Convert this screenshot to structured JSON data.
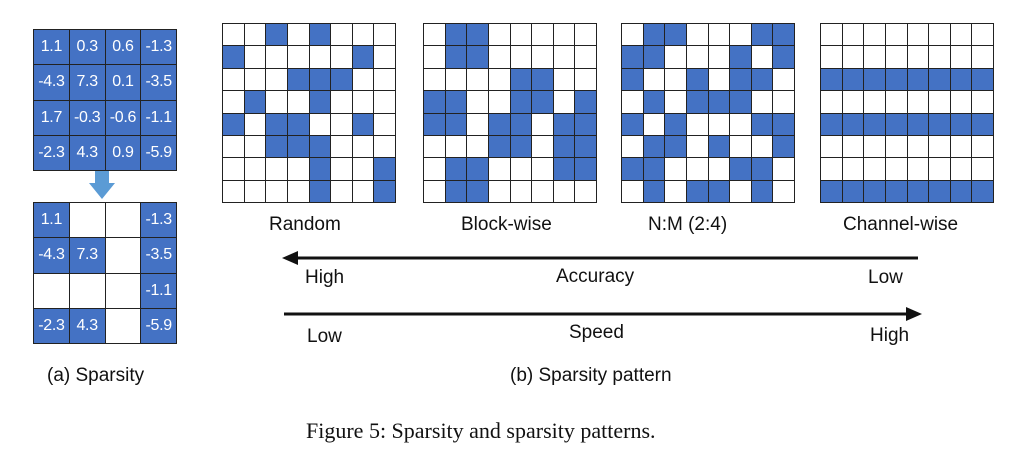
{
  "dense_matrix": [
    [
      "1.1",
      "0.3",
      "0.6",
      "-1.3"
    ],
    [
      "-4.3",
      "7.3",
      "0.1",
      "-3.5"
    ],
    [
      "1.7",
      "-0.3",
      "-0.6",
      "-1.1"
    ],
    [
      "-2.3",
      "4.3",
      "0.9",
      "-5.9"
    ]
  ],
  "sparse_matrix": [
    [
      "1.1",
      "",
      "",
      "-1.3"
    ],
    [
      "-4.3",
      "7.3",
      "",
      "-3.5"
    ],
    [
      "",
      "",
      "",
      "-1.1"
    ],
    [
      "-2.3",
      "4.3",
      "",
      "-5.9"
    ]
  ],
  "patterns": [
    {
      "label": "Random",
      "grid": [
        [
          0,
          0,
          1,
          0,
          1,
          0,
          0,
          0
        ],
        [
          1,
          0,
          0,
          0,
          0,
          0,
          1,
          0
        ],
        [
          0,
          0,
          0,
          1,
          1,
          1,
          0,
          0
        ],
        [
          0,
          1,
          0,
          0,
          1,
          0,
          0,
          0
        ],
        [
          1,
          0,
          1,
          1,
          0,
          0,
          1,
          0
        ],
        [
          0,
          0,
          1,
          1,
          1,
          0,
          0,
          0
        ],
        [
          0,
          0,
          0,
          0,
          1,
          0,
          0,
          1
        ],
        [
          0,
          0,
          0,
          0,
          1,
          0,
          0,
          1
        ]
      ]
    },
    {
      "label": "Block-wise",
      "grid": [
        [
          0,
          1,
          1,
          0,
          0,
          0,
          0,
          0
        ],
        [
          0,
          1,
          1,
          0,
          0,
          0,
          0,
          0
        ],
        [
          0,
          0,
          0,
          0,
          1,
          1,
          0,
          0
        ],
        [
          1,
          1,
          0,
          0,
          1,
          1,
          0,
          1
        ],
        [
          1,
          1,
          0,
          1,
          1,
          0,
          1,
          1
        ],
        [
          0,
          0,
          0,
          1,
          1,
          0,
          1,
          1
        ],
        [
          0,
          1,
          1,
          0,
          0,
          0,
          1,
          1
        ],
        [
          0,
          1,
          1,
          0,
          0,
          0,
          0,
          0
        ]
      ]
    },
    {
      "label": "N:M (2:4)",
      "grid": [
        [
          0,
          1,
          1,
          0,
          0,
          0,
          1,
          1
        ],
        [
          1,
          1,
          0,
          0,
          0,
          1,
          0,
          1
        ],
        [
          1,
          0,
          0,
          1,
          0,
          1,
          1,
          0
        ],
        [
          0,
          1,
          0,
          1,
          1,
          1,
          0,
          0
        ],
        [
          1,
          0,
          1,
          0,
          0,
          0,
          1,
          1
        ],
        [
          0,
          1,
          1,
          0,
          1,
          0,
          0,
          1
        ],
        [
          1,
          1,
          0,
          0,
          0,
          1,
          1,
          0
        ],
        [
          0,
          1,
          0,
          1,
          1,
          0,
          1,
          0
        ]
      ]
    },
    {
      "label": "Channel-wise",
      "grid": [
        [
          0,
          0,
          0,
          0,
          0,
          0,
          0,
          0
        ],
        [
          0,
          0,
          0,
          0,
          0,
          0,
          0,
          0
        ],
        [
          1,
          1,
          1,
          1,
          1,
          1,
          1,
          1
        ],
        [
          0,
          0,
          0,
          0,
          0,
          0,
          0,
          0
        ],
        [
          1,
          1,
          1,
          1,
          1,
          1,
          1,
          1
        ],
        [
          0,
          0,
          0,
          0,
          0,
          0,
          0,
          0
        ],
        [
          0,
          0,
          0,
          0,
          0,
          0,
          0,
          0
        ],
        [
          1,
          1,
          1,
          1,
          1,
          1,
          1,
          1
        ]
      ]
    }
  ],
  "accuracy_axis": {
    "label": "Accuracy",
    "left": "High",
    "right": "Low"
  },
  "speed_axis": {
    "label": "Speed",
    "left": "Low",
    "right": "High"
  },
  "subcaption_a": "(a) Sparsity",
  "subcaption_b": "(b) Sparsity pattern",
  "figure_caption": "Figure 5: Sparsity and sparsity patterns.",
  "colors": {
    "fill": "#4472c4",
    "arrow": "#5b9bd5",
    "line": "#111111"
  }
}
